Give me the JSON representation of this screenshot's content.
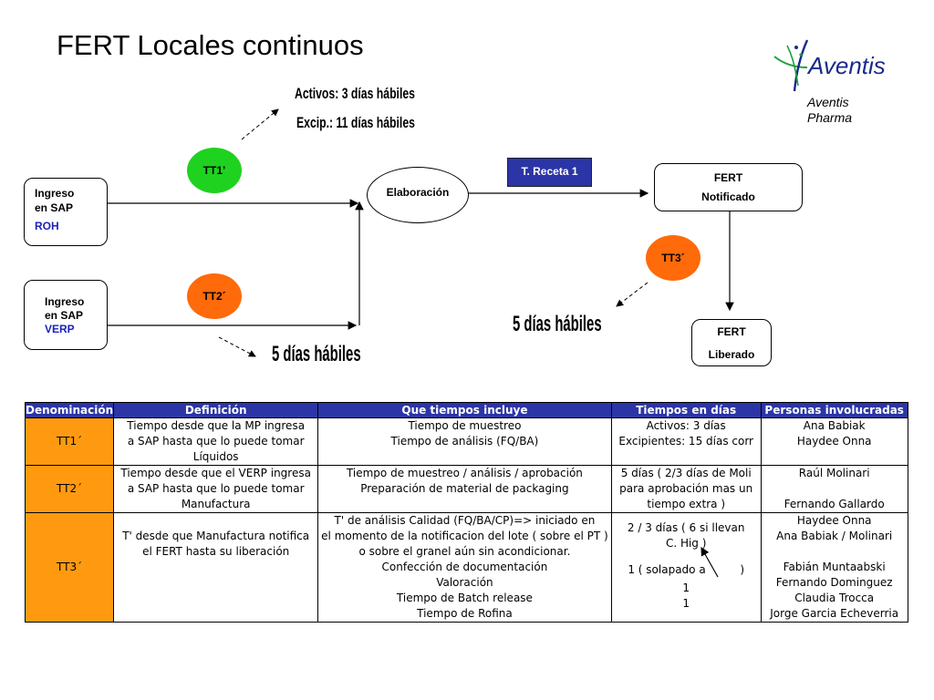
{
  "title": "FERT Locales continuos",
  "logo": {
    "name": "Aventis",
    "subtitle_line1": "Aventis",
    "subtitle_line2": "Pharma"
  },
  "diagram": {
    "ingreso_roh": {
      "line1": "Ingreso",
      "line2": "en SAP",
      "tag": "ROH"
    },
    "ingreso_verp": {
      "line1": "Ingreso",
      "line2": "en SAP",
      "tag": "VERP"
    },
    "tt1": "TT1’",
    "tt2": "TT2´",
    "tt3": "TT3´",
    "activos": "Activos: 3 días hábiles",
    "excip": "Excip.: 11 días hábiles",
    "elaboracion": "Elaboración",
    "receta": "T. Receta 1",
    "fert_notificado": {
      "line1": "FERT",
      "line2": "Notificado"
    },
    "fert_liberado": {
      "line1": "FERT",
      "line2": "Liberado"
    },
    "cinco_dias_left": "5 días hábiles",
    "cinco_dias_right": "5 días hábiles"
  },
  "table": {
    "headers": [
      "Denominación",
      "Definición",
      "Que tiempos incluye",
      "Tiempos en días",
      "Personas involucradas"
    ],
    "tt1": {
      "den": "TT1´",
      "def": [
        "Tiempo desde que la MP ingresa",
        "a SAP hasta que lo puede tomar",
        "Líquidos"
      ],
      "incl": [
        "Tiempo de muestreo",
        "Tiempo de análisis (FQ/BA)",
        ""
      ],
      "dias": [
        "Activos: 3 días",
        "Excipientes: 15 días corr",
        ""
      ],
      "personas": [
        "Ana Babiak",
        "Haydee Onna",
        ""
      ]
    },
    "tt2": {
      "den": "TT2´",
      "def": [
        "Tiempo desde que el VERP ingresa",
        "a SAP hasta que lo puede tomar",
        "Manufactura"
      ],
      "incl": [
        "Tiempo de muestreo / análisis / aprobación",
        "Preparación de material de packaging",
        ""
      ],
      "dias": [
        "5 días ( 2/3 días de Moli",
        "para aprobación mas un",
        "tiempo extra )"
      ],
      "personas": [
        "Raúl Molinari",
        "",
        "Fernando Gallardo"
      ]
    },
    "tt3": {
      "den": "TT3´",
      "def": [
        "",
        "T' desde que Manufactura notifica",
        "el FERT hasta su liberación"
      ],
      "incl": [
        "T' de análisis Calidad (FQ/BA/CP)=> iniciado en",
        "el momento de la notificacion del lote ( sobre el PT )",
        "o sobre el granel aún sin acondicionar.",
        "Confección de documentación",
        "Valoración",
        "Tiempo de Batch release",
        "Tiempo de Rofina"
      ],
      "dias_a": [
        "2 / 3 días ( 6 si llevan",
        "C. Hig )"
      ],
      "dias_b": "1 ( solapado a",
      "dias_b_close": ")",
      "dias_c": "1",
      "dias_d": "1",
      "personas": [
        "Haydee Onna",
        "Ana Babiak / Molinari",
        "",
        "Fabián Muntaabski",
        "Fernando Dominguez",
        "Claudia  Trocca",
        "Jorge Garcia Echeverria"
      ]
    }
  }
}
